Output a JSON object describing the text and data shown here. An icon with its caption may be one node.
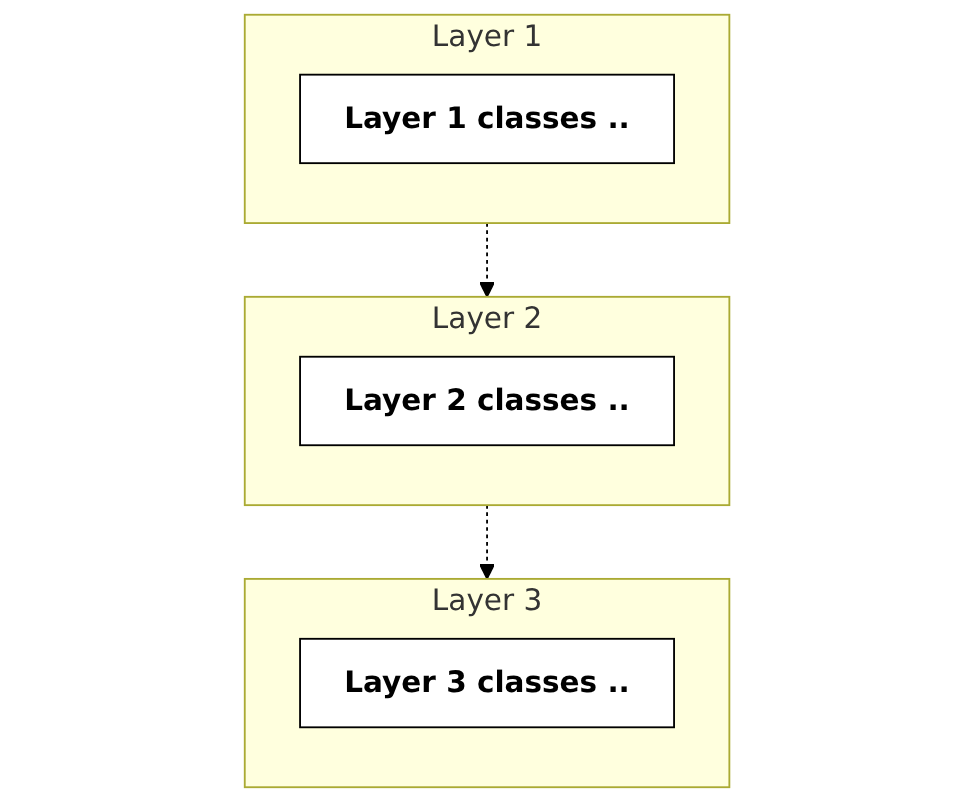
{
  "diagram": {
    "nodes": [
      {
        "text": [
          "Layer 1"
        ]
      },
      {
        "text": [
          "Layer 1 classes .."
        ],
        "in": 0
      },
      {
        "text": [
          "Layer 2"
        ]
      },
      {
        "text": [
          "Layer 2 classes .."
        ],
        "in": 2
      },
      {
        "text": [
          "Layer 3"
        ]
      },
      {
        "text": [
          "Layer 3 classes .."
        ],
        "in": 4
      }
    ],
    "edges": [
      {
        "from": 0,
        "to": 2,
        "arrow": "to",
        "style": "dashed"
      },
      {
        "from": 2,
        "to": 4,
        "arrow": "to",
        "style": "dashed"
      }
    ]
  }
}
